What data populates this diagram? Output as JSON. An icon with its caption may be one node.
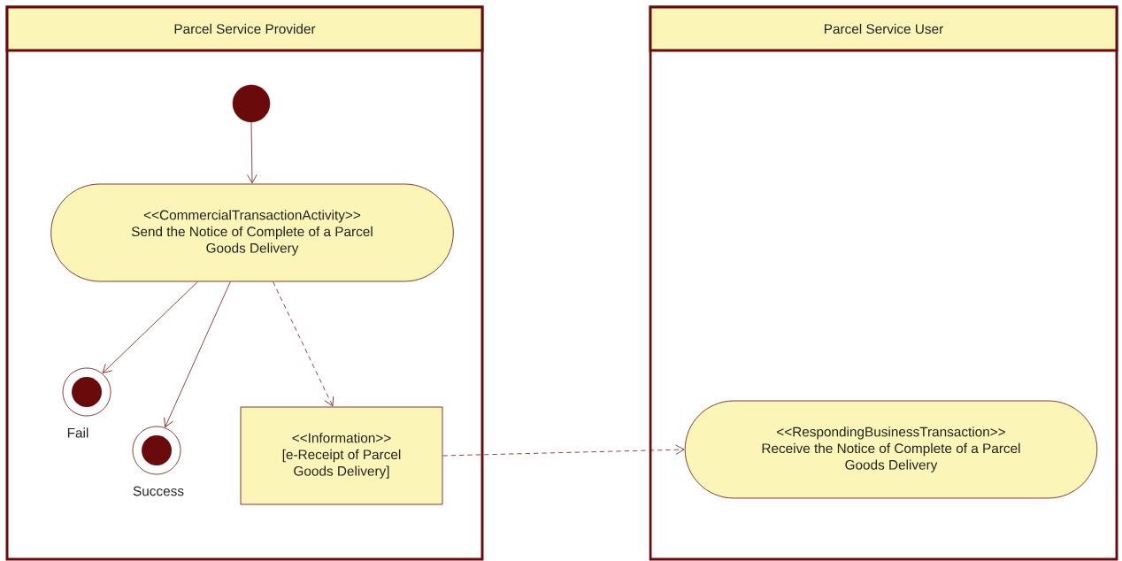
{
  "diagram": {
    "nodes": [
      {
        "text": [
          "Parcel Service Provider"
        ]
      },
      {
        "text": [],
        "shape": "circle",
        "in": 0
      },
      {
        "text": [
          "<<CommercialTransactionActivity>>",
          "Send the Notice of Complete of a Parcel Goods Delivery"
        ],
        "in": 0
      },
      {
        "text": [],
        "shape": "bullseye",
        "beside": [
          "Fail"
        ],
        "in": 0
      },
      {
        "text": [],
        "shape": "bullseye",
        "beside": [
          "Success"
        ],
        "in": 0
      },
      {
        "text": [
          "<<Information>>",
          "[e-Receipt of Parcel Goods Delivery]"
        ],
        "in": 0
      },
      {
        "text": [
          "Parcel Service User"
        ]
      },
      {
        "text": [
          "<<RespondingBusinessTransaction>>",
          "Receive the Notice of Complete of a Parcel Goods Delivery"
        ],
        "in": 6
      }
    ],
    "edges": [
      {
        "from": 1,
        "to": 2,
        "arrow": "to"
      },
      {
        "from": 2,
        "to": 3,
        "arrow": "to"
      },
      {
        "from": 2,
        "to": 4,
        "arrow": "to"
      },
      {
        "from": 2,
        "to": 5,
        "arrow": "to",
        "style": "dashed"
      },
      {
        "from": 5,
        "to": 7,
        "arrow": "to",
        "style": "dashed"
      }
    ]
  }
}
